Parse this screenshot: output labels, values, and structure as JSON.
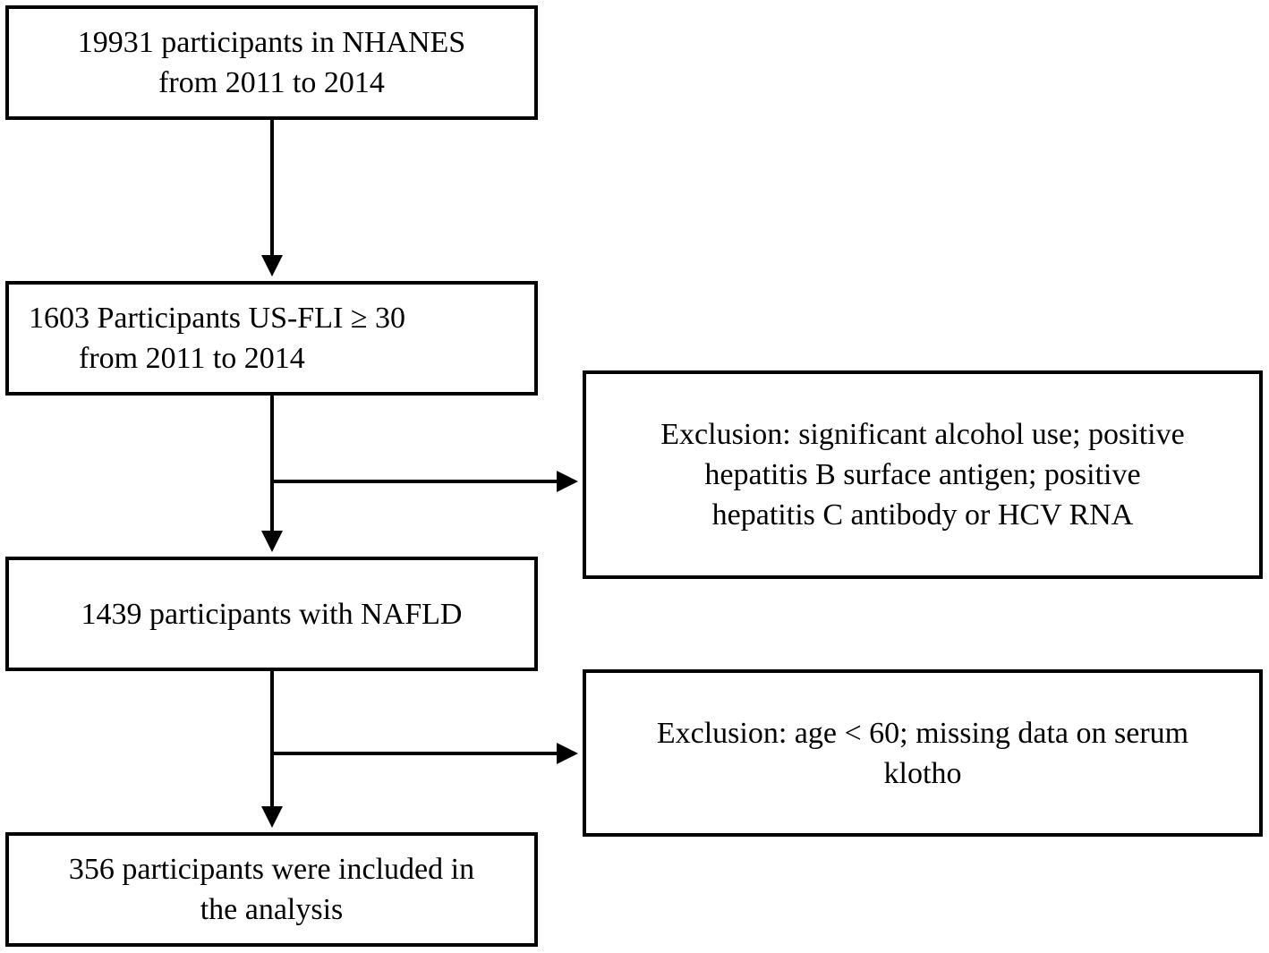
{
  "flowchart": {
    "box1": {
      "line1": "19931 participants in NHANES",
      "line2": "from 2011 to 2014"
    },
    "box2": {
      "line1": "1603 Participants US-FLI ≥ 30",
      "line2": "from 2011 to 2014"
    },
    "box3": {
      "line1": "1439 participants with NAFLD"
    },
    "box4": {
      "line1": "356 participants were included in",
      "line2": "the analysis"
    },
    "exclusion1": {
      "line1": "Exclusion: significant alcohol use; positive",
      "line2": "hepatitis B surface antigen; positive",
      "line3": "hepatitis C antibody or HCV RNA"
    },
    "exclusion2": {
      "line1": "Exclusion: age < 60; missing data on serum",
      "line2": "klotho"
    }
  },
  "colors": {
    "stroke": "#000000",
    "background": "#ffffff"
  }
}
